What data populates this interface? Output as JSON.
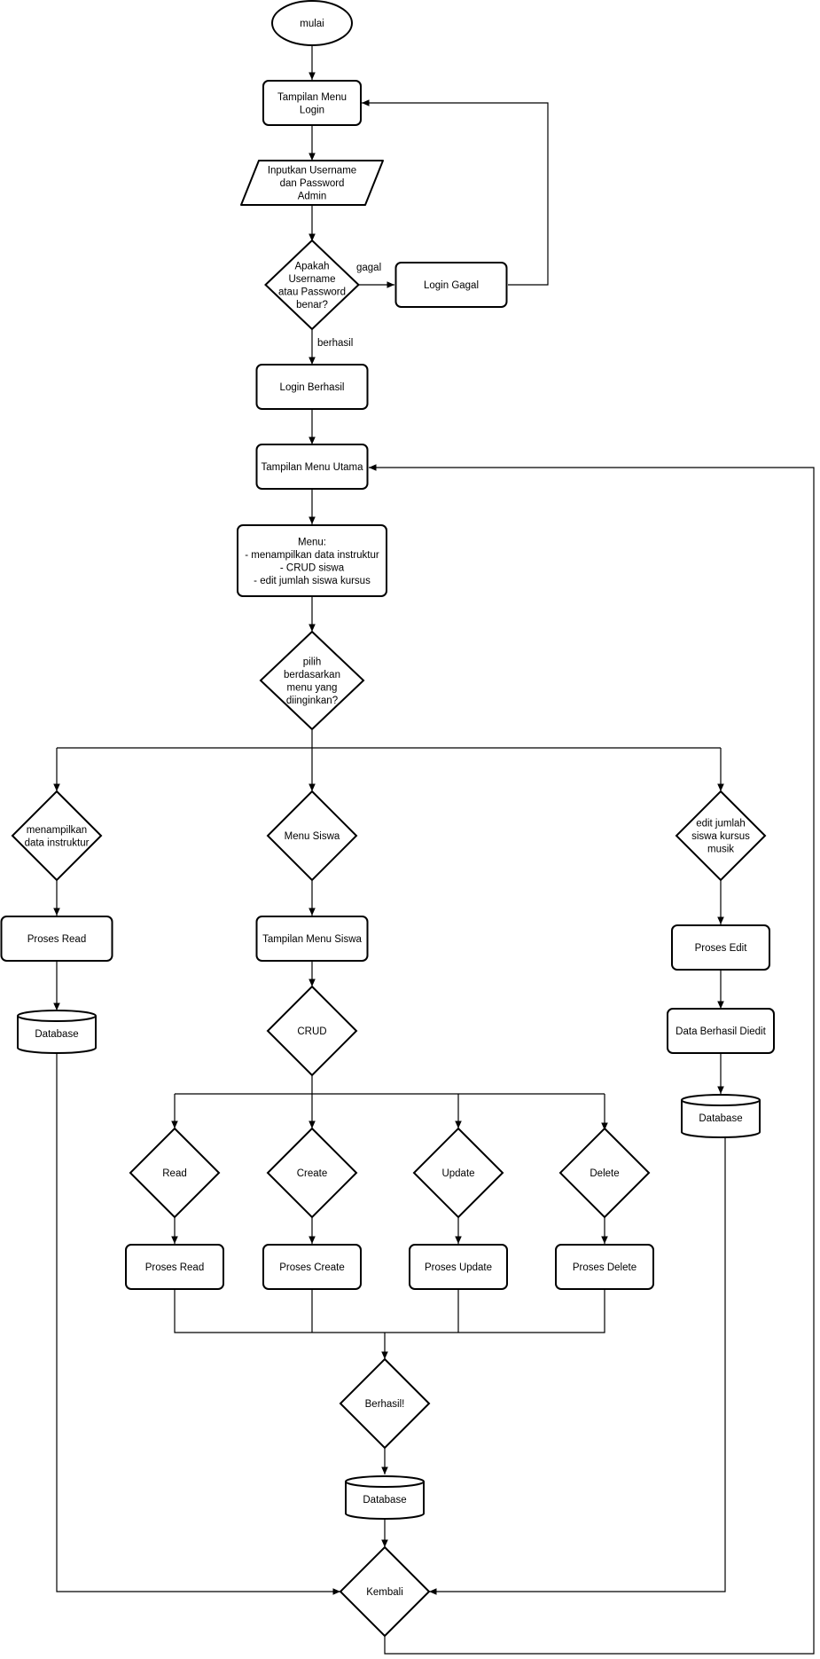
{
  "nodes": {
    "start": {
      "type": "ellipse",
      "lines": [
        "mulai"
      ]
    },
    "login_menu": {
      "type": "process",
      "lines": [
        "Tampilan Menu",
        "Login"
      ]
    },
    "input_credentials": {
      "type": "io",
      "lines": [
        "Inputkan Username",
        "dan Password",
        "Admin"
      ]
    },
    "check_login": {
      "type": "decision",
      "lines": [
        "Apakah",
        "Username",
        "atau Password",
        "benar?"
      ]
    },
    "login_failed": {
      "type": "process",
      "lines": [
        "Login Gagal"
      ]
    },
    "login_success": {
      "type": "process",
      "lines": [
        "Login Berhasil"
      ]
    },
    "main_menu": {
      "type": "process",
      "lines": [
        "Tampilan Menu Utama"
      ]
    },
    "menu_list": {
      "type": "process",
      "lines": [
        "Menu:",
        "- menampilkan data instruktur",
        "- CRUD siswa",
        "- edit jumlah siswa kursus"
      ]
    },
    "choose_menu": {
      "type": "decision",
      "lines": [
        "pilih",
        "berdasarkan",
        "menu yang",
        "diinginkan?"
      ]
    },
    "show_instructor": {
      "type": "decision",
      "lines": [
        "menampilkan",
        "data instruktur"
      ]
    },
    "menu_siswa": {
      "type": "decision",
      "lines": [
        "Menu Siswa"
      ]
    },
    "edit_count": {
      "type": "decision",
      "lines": [
        "edit jumlah",
        "siswa kursus",
        "musik"
      ]
    },
    "read_process_left": {
      "type": "process",
      "lines": [
        "Proses Read"
      ]
    },
    "db_left": {
      "type": "database",
      "lines": [
        "Database"
      ]
    },
    "student_menu": {
      "type": "process",
      "lines": [
        "Tampilan Menu Siswa"
      ]
    },
    "crud": {
      "type": "decision",
      "lines": [
        "CRUD"
      ]
    },
    "edit_process": {
      "type": "process",
      "lines": [
        "Proses Edit"
      ]
    },
    "edit_success": {
      "type": "process",
      "lines": [
        "Data Berhasil Diedit"
      ]
    },
    "db_right": {
      "type": "database",
      "lines": [
        "Database"
      ]
    },
    "read": {
      "type": "decision",
      "lines": [
        "Read"
      ]
    },
    "create": {
      "type": "decision",
      "lines": [
        "Create"
      ]
    },
    "update": {
      "type": "decision",
      "lines": [
        "Update"
      ]
    },
    "delete": {
      "type": "decision",
      "lines": [
        "Delete"
      ]
    },
    "read_process": {
      "type": "process",
      "lines": [
        "Proses Read"
      ]
    },
    "create_process": {
      "type": "process",
      "lines": [
        "Proses Create"
      ]
    },
    "update_process": {
      "type": "process",
      "lines": [
        "Proses Update"
      ]
    },
    "delete_process": {
      "type": "process",
      "lines": [
        "Proses Delete"
      ]
    },
    "success_check": {
      "type": "decision",
      "lines": [
        "Berhasil!"
      ]
    },
    "db_center": {
      "type": "database",
      "lines": [
        "Database"
      ]
    },
    "back": {
      "type": "decision",
      "lines": [
        "Kembali"
      ]
    }
  },
  "edge_labels": {
    "failed": "gagal",
    "succeeded": "berhasil"
  }
}
